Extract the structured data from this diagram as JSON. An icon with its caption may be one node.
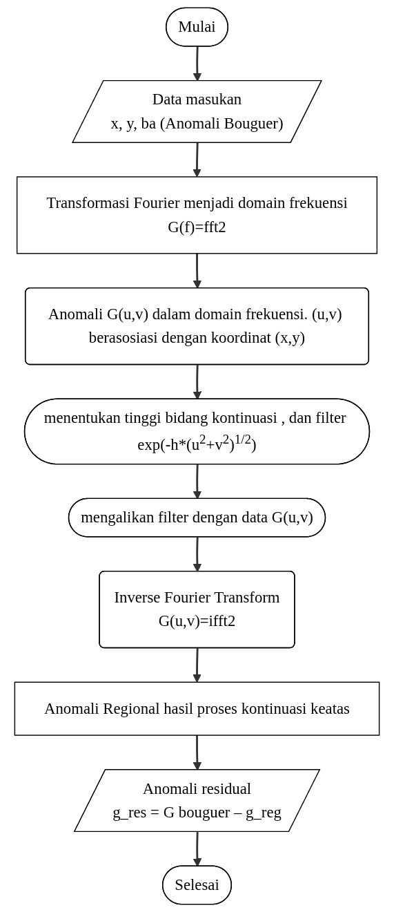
{
  "diagram": {
    "nodes": [
      {
        "text": [
          "Mulai"
        ]
      },
      {
        "text": [
          "Data masukan",
          "x, y, ba (Anomali Bouguer)"
        ]
      },
      {
        "text": [
          "Transformasi Fourier menjadi domain frekuensi",
          "G(f)=fft2"
        ]
      },
      {
        "text": [
          "Anomali G(u,v) dalam domain frekuensi. (u,v) berasosiasi dengan koordinat (x,y)"
        ]
      },
      {
        "text": [
          "menentukan tinggi bidang kontinuasi , dan filter exp(-h*(u$^{2}$+v$^{2}$)$^{1/2}$)"
        ]
      },
      {
        "text": [
          "mengalikan filter dengan data G(u,v)"
        ]
      },
      {
        "text": [
          "Inverse Fourier Transform",
          "G(u,v)=ifft2"
        ]
      },
      {
        "text": [
          "Anomali Regional hasil proses kontinuasi keatas"
        ]
      },
      {
        "text": [
          "Anomali residual",
          "g_res = G bouguer – g_reg"
        ]
      },
      {
        "text": [
          "Selesai"
        ]
      }
    ],
    "edges": [
      {
        "from": 0,
        "to": 1,
        "arrow": "to"
      },
      {
        "from": 1,
        "to": 2,
        "arrow": "to"
      },
      {
        "from": 2,
        "to": 3,
        "arrow": "to"
      },
      {
        "from": 3,
        "to": 4,
        "arrow": "to"
      },
      {
        "from": 4,
        "to": 5,
        "arrow": "to"
      },
      {
        "from": 5,
        "to": 6,
        "arrow": "to"
      },
      {
        "from": 6,
        "to": 7,
        "arrow": "to"
      },
      {
        "from": 7,
        "to": 8,
        "arrow": "to"
      },
      {
        "from": 8,
        "to": 9,
        "arrow": "to"
      }
    ]
  }
}
